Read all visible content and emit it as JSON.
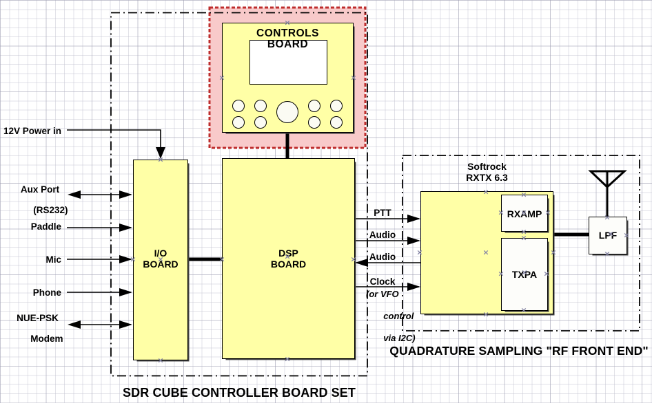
{
  "diagram": {
    "captions": {
      "controller_set": "SDR CUBE CONTROLLER BOARD SET",
      "rf_front_end": "QUADRATURE SAMPLING \"RF FRONT END\""
    },
    "blocks": {
      "controls": {
        "line1": "CONTROLS",
        "line2": "BOARD"
      },
      "io": {
        "line1": "I/O",
        "line2": "BOARD"
      },
      "dsp": {
        "line1": "DSP",
        "line2": "BOARD"
      },
      "softrock": {
        "line1": "Softrock",
        "line2": "RXTX 6.3"
      },
      "rxamp": {
        "label": "RXAMP"
      },
      "txpa": {
        "label": "TXPA"
      },
      "lpf": {
        "label": "LPF"
      }
    },
    "left_ports": {
      "power": "12V Power in",
      "aux1": "Aux Port",
      "aux2": "(RS232)",
      "paddle": "Paddle",
      "mic": "Mic",
      "phone": "Phone",
      "nue1": "NUE-PSK",
      "nue2": "Modem"
    },
    "signals": {
      "ptt": "PTT",
      "audio_tx": "Audio",
      "audio_rx": "Audio",
      "clock": "Clock",
      "clock_note1": "(or VFO",
      "clock_note2": "control",
      "clock_note3": "via I2C)"
    },
    "icons": {
      "connection_mark_glyph": "×",
      "antenna_icon": "antenna"
    },
    "colors": {
      "board_yellow": "#FFFFA6",
      "controls_pink": "#F8CACA",
      "controls_border_red": "#BE2D2D",
      "wire_black": "#000000",
      "boundary_black": "#000000",
      "connection_mark": "#8585A5",
      "grid_line": "#C7C7D2"
    }
  }
}
